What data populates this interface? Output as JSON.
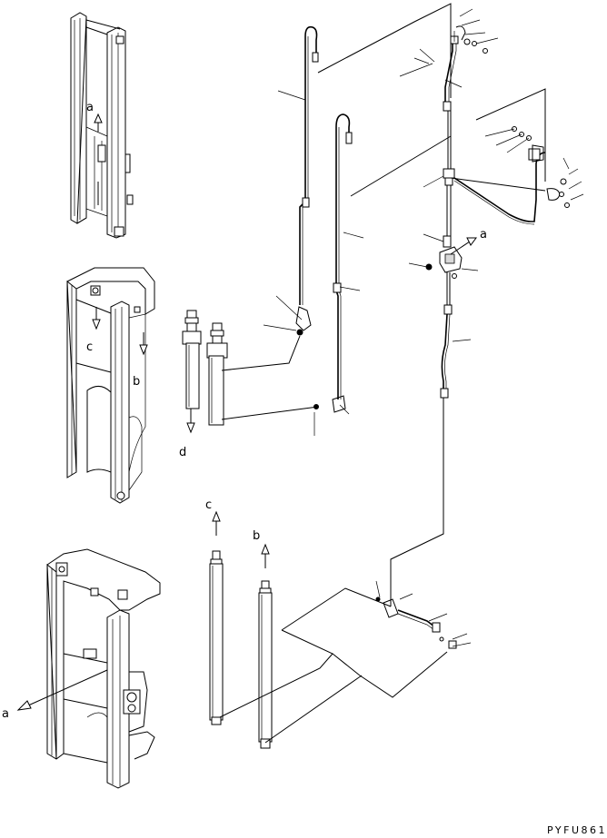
{
  "diagram": {
    "callout_letters": {
      "a_top": "a",
      "b_mid": "b",
      "c_mid": "c",
      "d_top": "d",
      "d_cyl": "d",
      "c_cyl": "c",
      "b_cyl": "b",
      "a_bottom": "a"
    },
    "drawing_code": "PYFU861"
  }
}
